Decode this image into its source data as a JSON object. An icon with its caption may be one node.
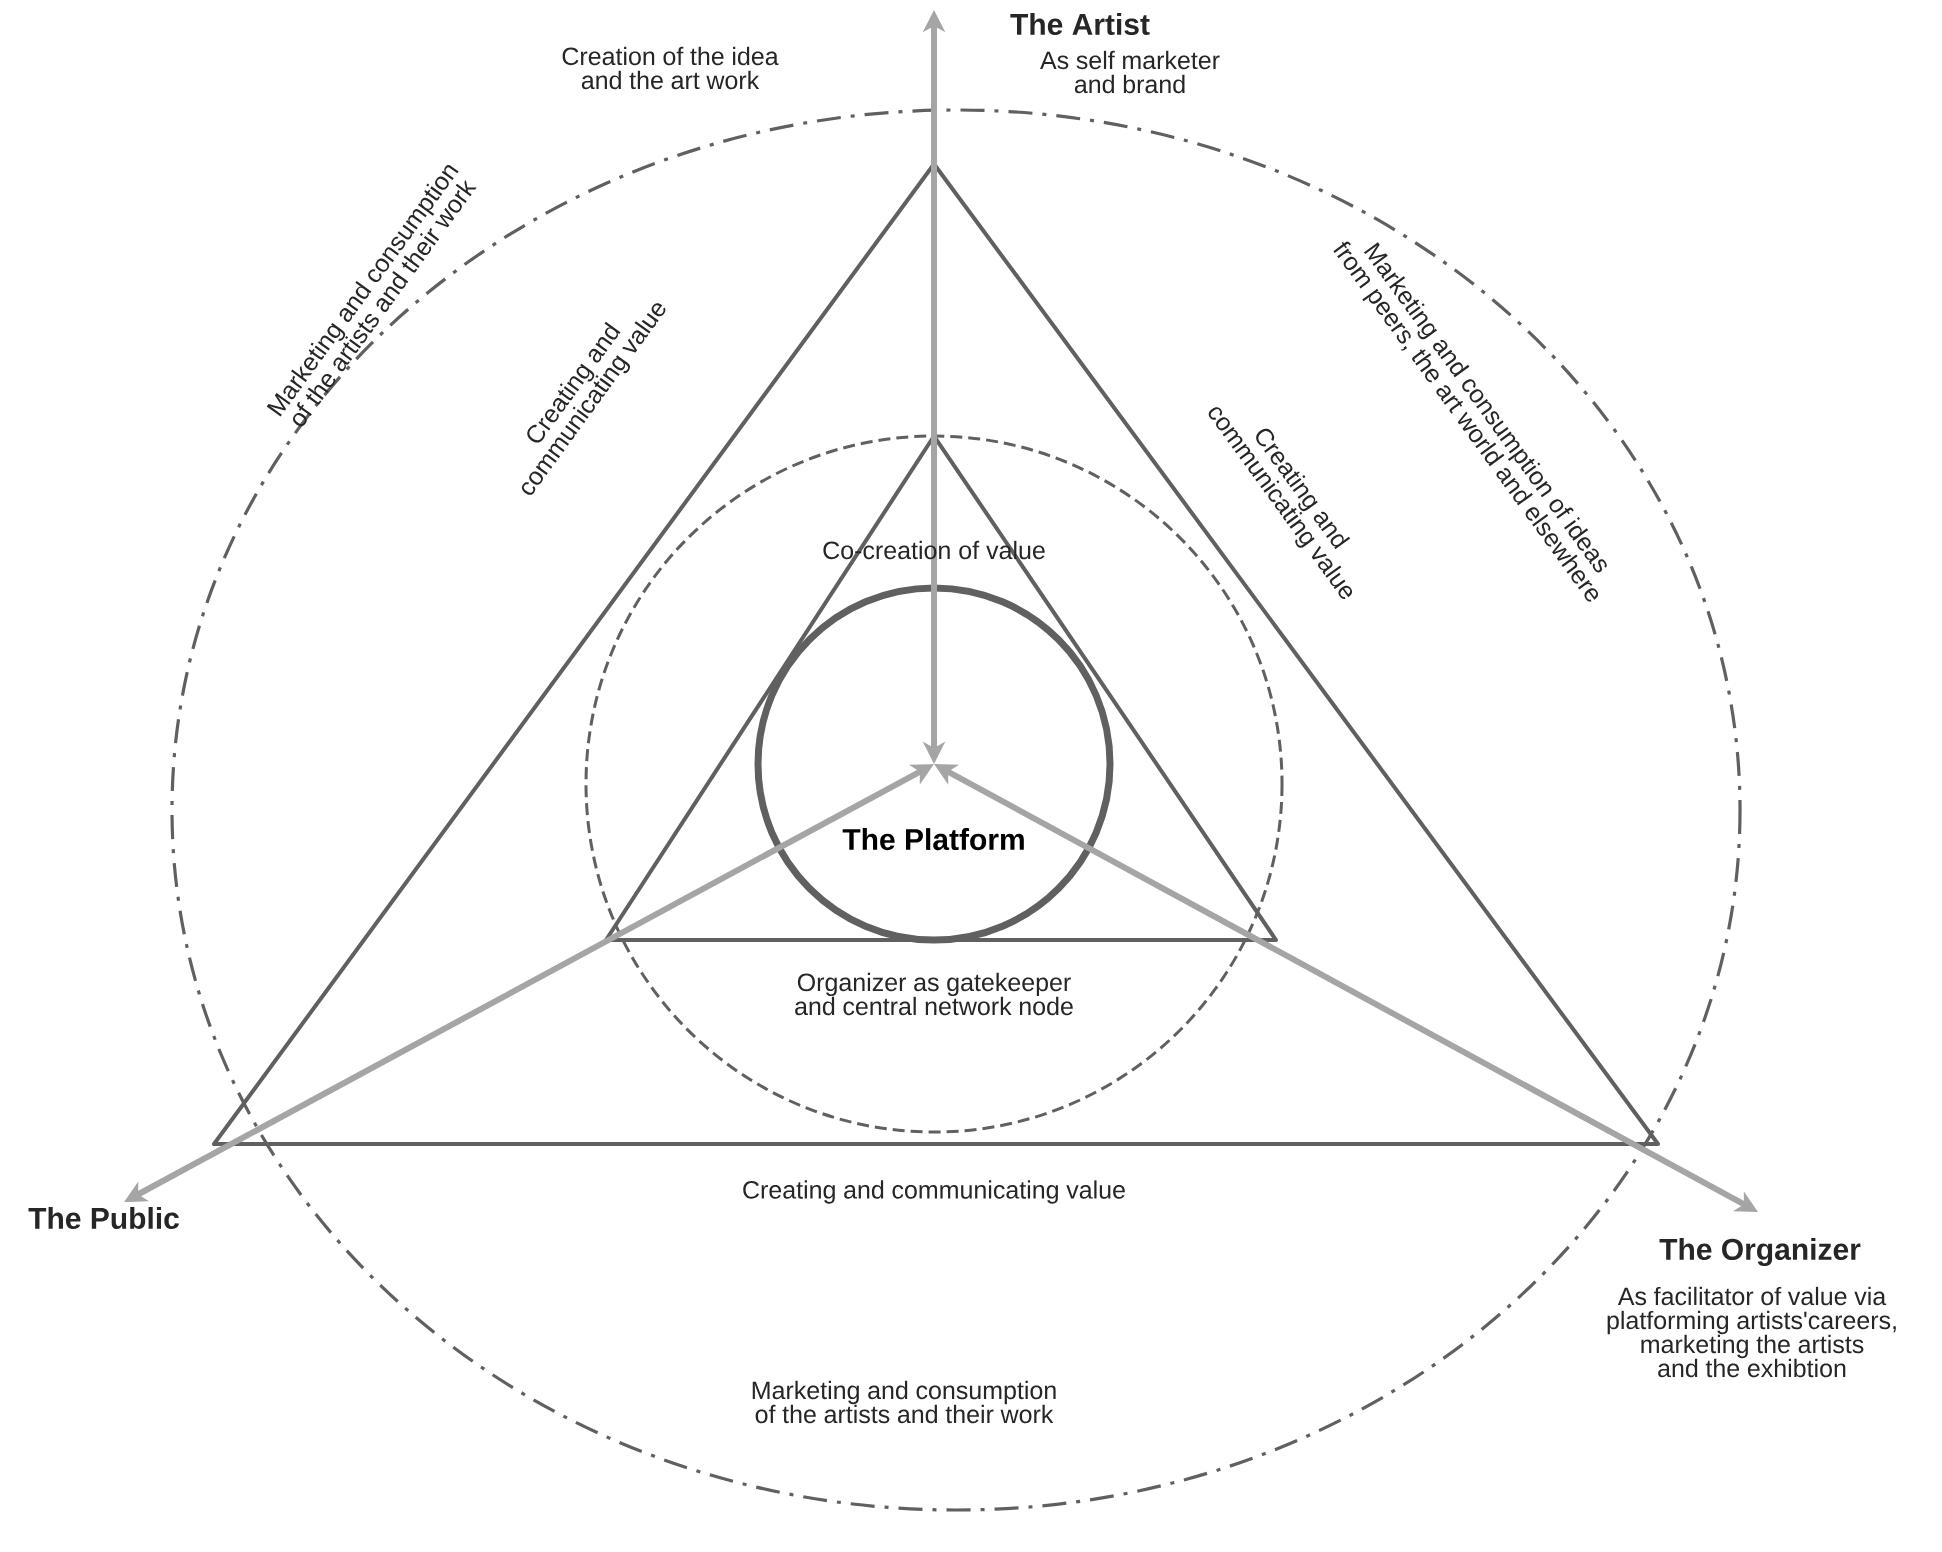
{
  "diagram": {
    "nodes": [
      {
        "text": [
          "The Artist"
        ]
      },
      {
        "text": [
          "The Public"
        ]
      },
      {
        "text": [
          "The Organizer"
        ],
        "beside": [
          "As facilitator of value via platforming artists'careers, marketing the artists and the exhibtion"
        ]
      },
      {
        "text": [
          "The Platform"
        ]
      }
    ],
    "edges": [
      {
        "from": 3,
        "to": 0,
        "arrow": "both"
      },
      {
        "from": 3,
        "to": 1,
        "arrow": "both"
      },
      {
        "from": 3,
        "to": 2,
        "arrow": "both"
      }
    ],
    "labels": [
      "Creation of the idea and the art work",
      "As self marketer and brand",
      "Marketing and consumption of the artists and their work",
      "Creating and communicating value",
      "Marketing and consumption of ideas from peers, the art world and elsewhere",
      "Creating and communicating value",
      "Co-creation of value",
      "Organizer as gatekeeper and central network node",
      "Creating and communicating value",
      "Marketing and consumption of the artists and their work"
    ]
  }
}
